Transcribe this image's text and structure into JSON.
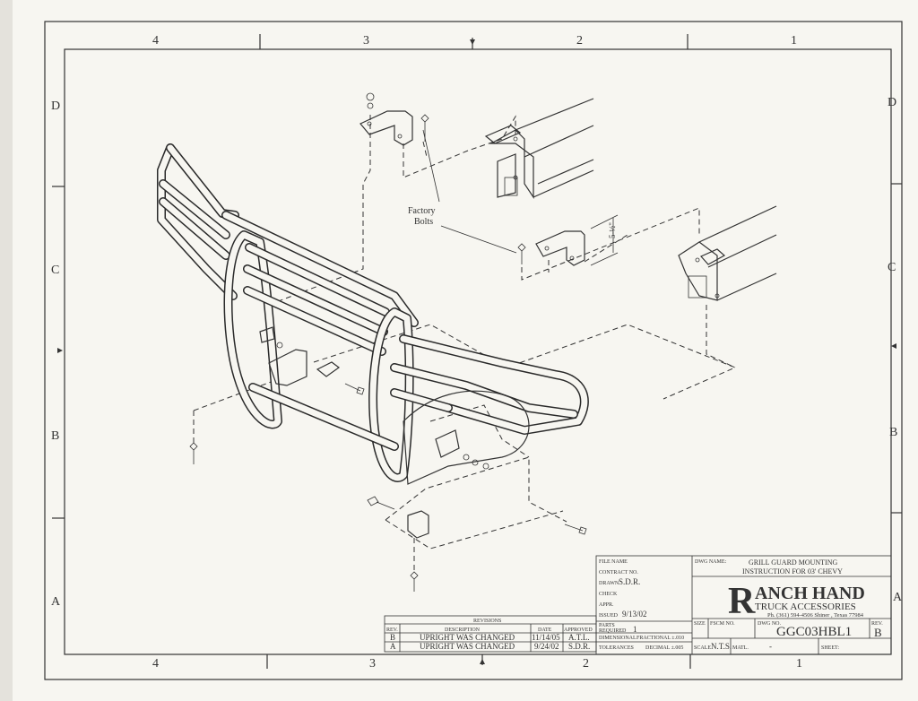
{
  "zones": {
    "columns_top": [
      "4",
      "3",
      "2",
      "1"
    ],
    "columns_bottom": [
      "4",
      "3",
      "2",
      "1"
    ],
    "rows_left": [
      "D",
      "C",
      "B",
      "A"
    ],
    "rows_right": [
      "D",
      "C",
      "B",
      "A"
    ]
  },
  "callouts": {
    "factory_bolts_line1": "Factory",
    "factory_bolts_line2": "Bolts",
    "dimension": "5-½\""
  },
  "title_block": {
    "file_name_label": "FILE NAME",
    "contract_no_label": "CONTRACT NO.",
    "drawn_label": "DRAWN",
    "drawn_value": "S.D.R.",
    "check_label": "CHECK",
    "appr_label": "APPR.",
    "issued_label": "ISSUED",
    "issued_value": "9/13/02",
    "parts_required_label_1": "PARTS",
    "parts_required_label_2": "REQUIRED",
    "parts_required_value": "1",
    "dimensional_label": "DIMENSIONAL",
    "fractional_label": "FRACTIONAL ±.010",
    "tolerances_label": "TOLERANCES",
    "decimal_label": "DECIMAL ±.005",
    "dwg_name_label": "DWG NAME:",
    "dwg_name_line1": "GRILL GUARD MOUNTING",
    "dwg_name_line2": "INSTRUCTION FOR 03' CHEVY",
    "company_initial": "R",
    "company_name": "ANCH HAND",
    "company_sub": "TRUCK ACCESSORIES",
    "company_contact": "Ph. (361) 594-4506 Shiner , Texas 77984",
    "size_label": "SIZE",
    "fscm_label": "FSCM NO.",
    "dwg_no_label": "DWG NO.",
    "dwg_no_value": "GGC03HBL1",
    "rev_label": "REV.",
    "rev_value": "B",
    "scale_label": "SCALE",
    "scale_value": "N.T.S.",
    "matl_label": "MATL.",
    "matl_value": "-",
    "sheet_label": "SHEET:"
  },
  "revisions": {
    "title": "REVISIONS",
    "headers": [
      "REV.",
      "DESCRIPTION",
      "DATE",
      "APPROVED"
    ],
    "rows": [
      [
        "B",
        "UPRIGHT WAS CHANGED",
        "11/14/05",
        "A.T.L."
      ],
      [
        "A",
        "UPRIGHT WAS CHANGED",
        "9/24/02",
        "S.D.R."
      ]
    ]
  }
}
